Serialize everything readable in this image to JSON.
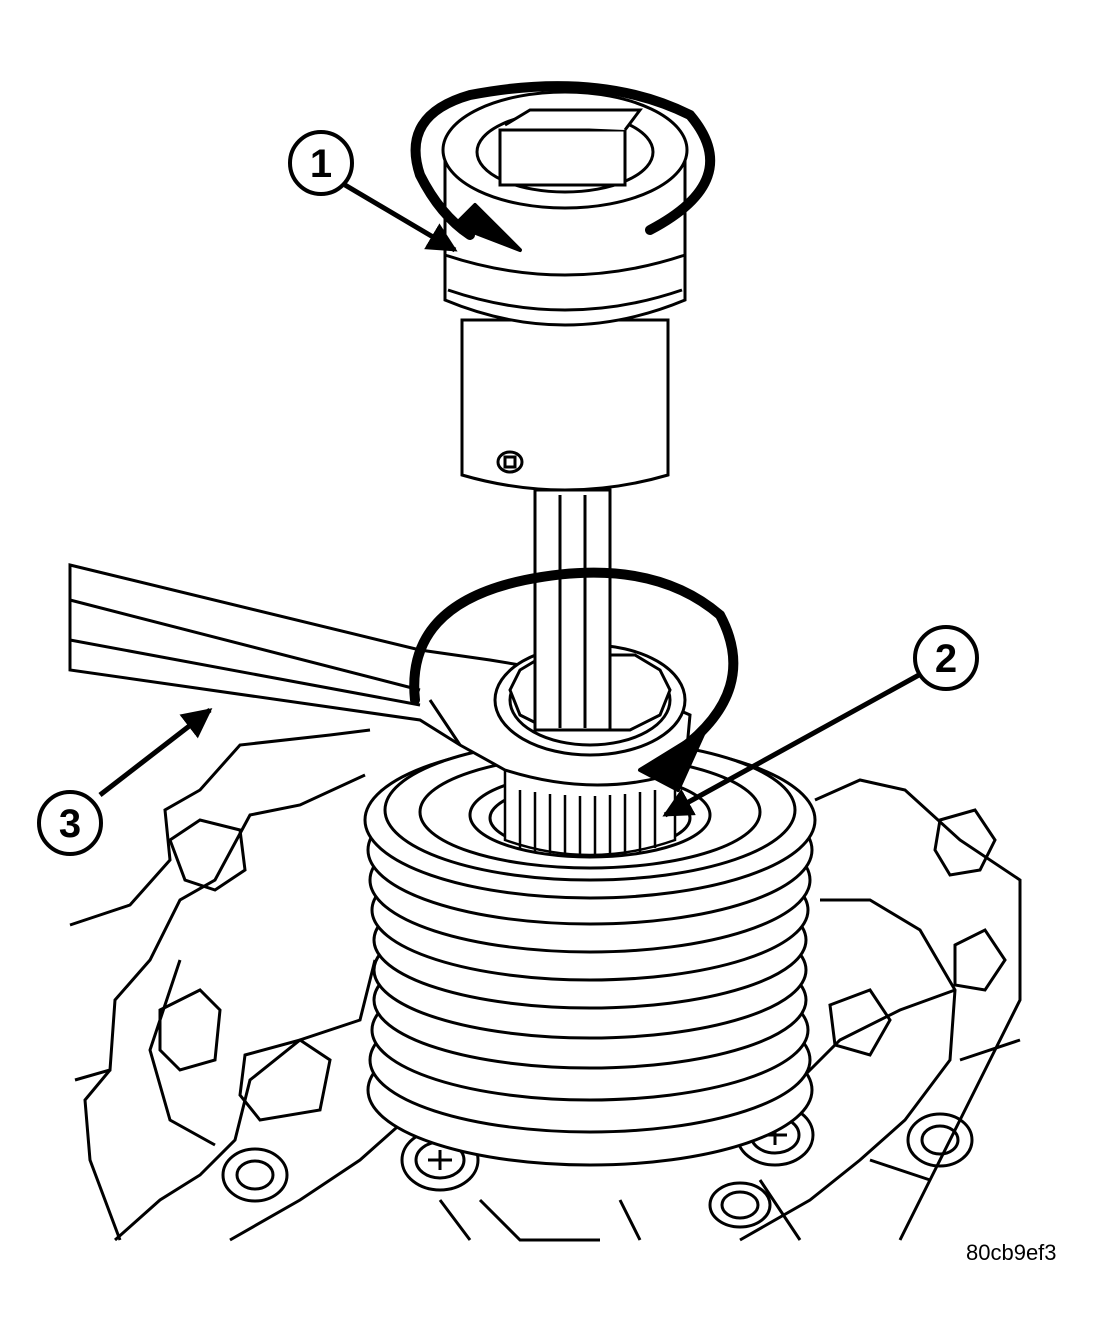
{
  "callouts": [
    {
      "number": "1"
    },
    {
      "number": "2"
    },
    {
      "number": "3"
    }
  ],
  "figure_code": "80cb9ef3",
  "colors": {
    "ink": "#000000",
    "paper": "#ffffff"
  }
}
